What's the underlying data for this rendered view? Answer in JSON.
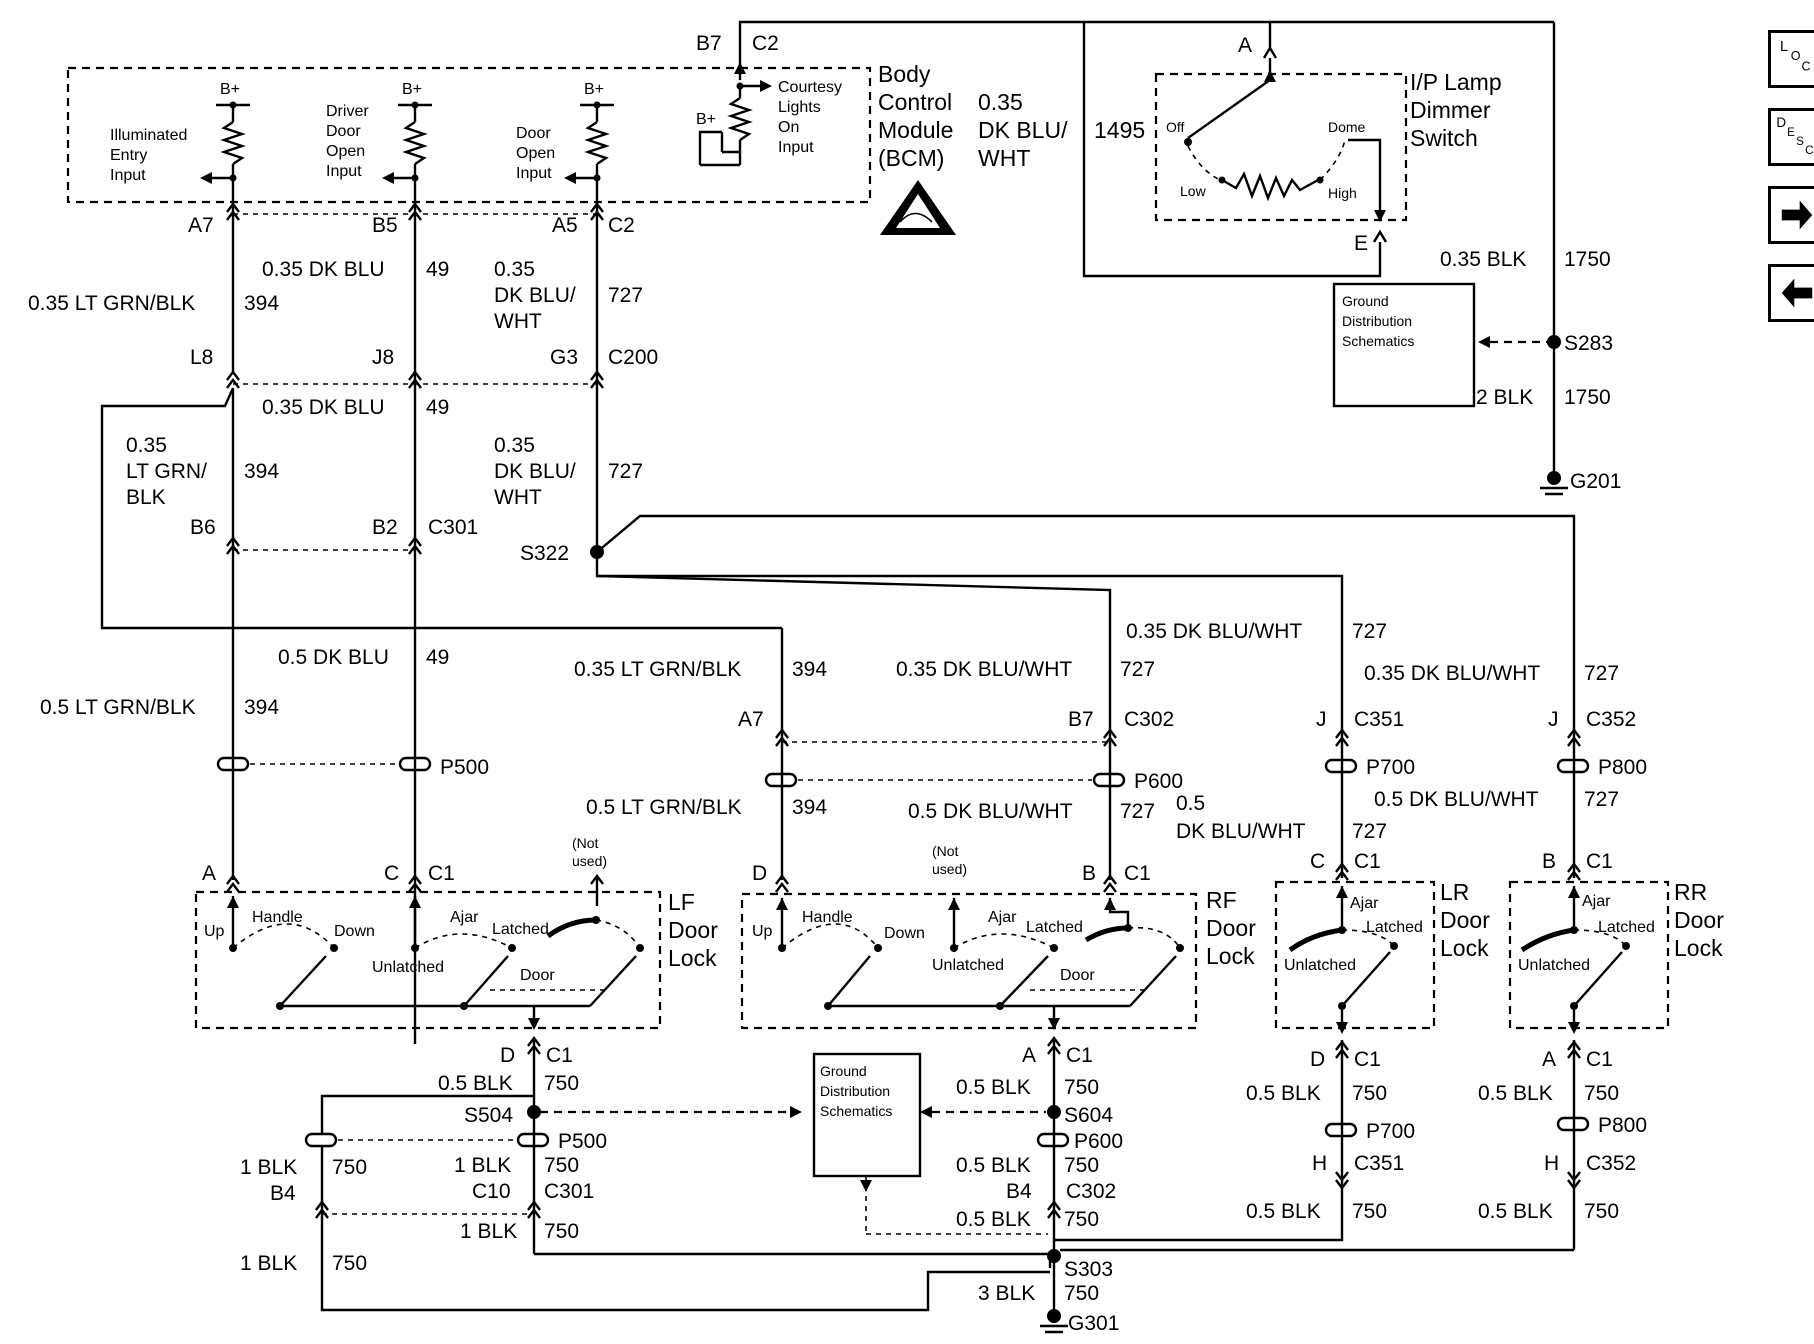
{
  "modules": {
    "bcm": {
      "title_lines": [
        "Body",
        "Control",
        "Module",
        "(BCM)"
      ]
    },
    "dimmer": {
      "title_lines": [
        "I/P Lamp",
        "Dimmer",
        "Switch"
      ],
      "pins": {
        "top": "A",
        "bottom": "E"
      },
      "labels": {
        "off": "Off",
        "low": "Low",
        "high": "High",
        "dome": "Dome"
      },
      "circuit": "1495"
    },
    "lf_lock": {
      "title_lines": [
        "LF",
        "Door",
        "Lock"
      ]
    },
    "rf_lock": {
      "title_lines": [
        "RF",
        "Door",
        "Lock"
      ]
    },
    "lr_lock": {
      "title_lines": [
        "LR",
        "Door",
        "Lock"
      ]
    },
    "rr_lock": {
      "title_lines": [
        "RR",
        "Door",
        "Lock"
      ]
    },
    "gnd_dist_top": {
      "lines": [
        "Ground",
        "Distribution",
        "Schematics"
      ]
    },
    "gnd_dist_bottom": {
      "lines": [
        "Ground",
        "Distribution",
        "Schematics"
      ]
    }
  },
  "bcm_inputs": [
    {
      "lines": [
        "Illuminated",
        "Entry",
        "Input"
      ],
      "supply": "B+"
    },
    {
      "lines": [
        "Driver",
        "Door",
        "Open",
        "Input"
      ],
      "supply": "B+"
    },
    {
      "lines": [
        "Door",
        "Open",
        "Input"
      ],
      "supply": "B+"
    },
    {
      "lines": [
        "Courtesy",
        "Lights",
        "On",
        "Input"
      ],
      "supply": "B+"
    }
  ],
  "switch_labels": {
    "up": "Up",
    "handle": "Handle",
    "down": "Down",
    "ajar": "Ajar",
    "latched": "Latched",
    "unlatched": "Unlatched",
    "door": "Door",
    "not_used": [
      "(Not",
      "used)"
    ]
  },
  "pins": {
    "bcm_a7": "A7",
    "bcm_b5": "B5",
    "bcm_a5": "A5",
    "bcm_c2": "C2",
    "bcm_b7": "B7",
    "bcm_c2_top": "C2",
    "c200_l8": "L8",
    "c200_j8": "J8",
    "c200_g3": "G3",
    "c200": "C200",
    "c301_b6": "B6",
    "c301_b2": "B2",
    "c301": "C301",
    "lf_a": "A",
    "lf_c": "C",
    "lf_c1": "C1",
    "rf_a7": "A7",
    "rf_b7": "B7",
    "c302": "C302",
    "rf_d": "D",
    "rf_b": "B",
    "rf_c1": "C1",
    "lr_j": "J",
    "c351": "C351",
    "lr_c": "C",
    "lr_c1": "C1",
    "rr_j": "J",
    "c352": "C352",
    "rr_b": "B",
    "rr_c1": "C1",
    "lf_d": "D",
    "lf_c1_bot": "C1",
    "rf_a": "A",
    "rf_c1_bot": "C1",
    "lr_d": "D",
    "lr_c1_bot": "C1",
    "rr_a": "A",
    "rr_c1_bot": "C1",
    "lr_h": "H",
    "c351_bot": "C351",
    "rr_h": "H",
    "c352_bot": "C352",
    "c10": "C10",
    "c301_bot": "C301",
    "b4_left": "B4",
    "b4_c302": "B4",
    "c302_bot": "C302"
  },
  "connectors": {
    "p500": "P500",
    "p600": "P600",
    "p700": "P700",
    "p800": "P800",
    "p500_bot": "P500",
    "p600_bot": "P600",
    "p700_bot": "P700",
    "p800_bot": "P800"
  },
  "splices": {
    "s322": "S322",
    "s283": "S283",
    "s504": "S504",
    "s604": "S604",
    "s303": "S303"
  },
  "grounds": {
    "g201": "G201",
    "g301": "G301"
  },
  "wires": {
    "w394_top": {
      "gauge": "0.35 LT GRN/BLK",
      "circuit": "394"
    },
    "w49_top": {
      "gauge": "0.35 DK BLU",
      "circuit": "49"
    },
    "w727_top": {
      "gauge_lines": [
        "0.35",
        "DK BLU/",
        "WHT"
      ],
      "circuit": "727"
    },
    "w1495": {
      "gauge_lines": [
        "0.35",
        "DK BLU/",
        "WHT"
      ],
      "circuit": "1495"
    },
    "w49_mid": {
      "gauge": "0.35 DK BLU",
      "circuit": "49"
    },
    "w394_mid": {
      "gauge_lines": [
        "0.35",
        "LT GRN/",
        "BLK"
      ],
      "circuit": "394"
    },
    "w727_mid": {
      "gauge_lines": [
        "0.35",
        "DK BLU/",
        "WHT"
      ],
      "circuit": "727"
    },
    "w1750_top": {
      "gauge": "0.35 BLK",
      "circuit": "1750"
    },
    "w1750_bot": {
      "gauge": "2 BLK",
      "circuit": "1750"
    },
    "w49_lf": {
      "gauge": "0.5 DK BLU",
      "circuit": "49"
    },
    "w394_lf": {
      "gauge": "0.5 LT GRN/BLK",
      "circuit": "394"
    },
    "w394_rf_top": {
      "gauge": "0.35 LT GRN/BLK",
      "circuit": "394"
    },
    "w727_rf_top": {
      "gauge": "0.35 DK BLU/WHT",
      "circuit": "727"
    },
    "w727_lr_top": {
      "gauge": "0.35 DK BLU/WHT",
      "circuit": "727"
    },
    "w727_rr_top": {
      "gauge": "0.35 DK BLU/WHT",
      "circuit": "727"
    },
    "w394_rf_bot": {
      "gauge": "0.5 LT GRN/BLK",
      "circuit": "394"
    },
    "w727_rf_bot": {
      "gauge": "0.5 DK BLU/WHT",
      "circuit": "727"
    },
    "w727_lr_bot": {
      "gauge_lines": [
        "0.5",
        "DK BLU/WHT"
      ],
      "circuit": "727"
    },
    "w727_rr_bot": {
      "gauge": "0.5 DK BLU/WHT",
      "circuit": "727"
    },
    "w750_lf": {
      "gauge": "0.5 BLK",
      "circuit": "750"
    },
    "w750_lf_p500": {
      "gauge": "1 BLK",
      "circuit": "750"
    },
    "w750_lf_left": {
      "gauge": "1 BLK",
      "circuit": "750"
    },
    "w750_lf_c301": {
      "gauge": "1 BLK",
      "circuit": "750"
    },
    "w750_lf_bottom": {
      "gauge": "1 BLK",
      "circuit": "750"
    },
    "w750_rf": {
      "gauge": "0.5 BLK",
      "circuit": "750"
    },
    "w750_rf_p600": {
      "gauge": "0.5 BLK",
      "circuit": "750"
    },
    "w750_rf_c302": {
      "gauge": "0.5 BLK",
      "circuit": "750"
    },
    "w750_lr": {
      "gauge": "0.5 BLK",
      "circuit": "750"
    },
    "w750_lr_bot": {
      "gauge": "0.5 BLK",
      "circuit": "750"
    },
    "w750_rr": {
      "gauge": "0.5 BLK",
      "circuit": "750"
    },
    "w750_rr_bot": {
      "gauge": "0.5 BLK",
      "circuit": "750"
    },
    "w750_g301": {
      "gauge": "3 BLK",
      "circuit": "750"
    }
  },
  "nav": {
    "loc": [
      "L",
      "O",
      "C"
    ],
    "desc": [
      "D",
      "E",
      "S",
      "C"
    ],
    "forward_icon": "arrow-right-icon",
    "back_icon": "arrow-left-icon"
  }
}
